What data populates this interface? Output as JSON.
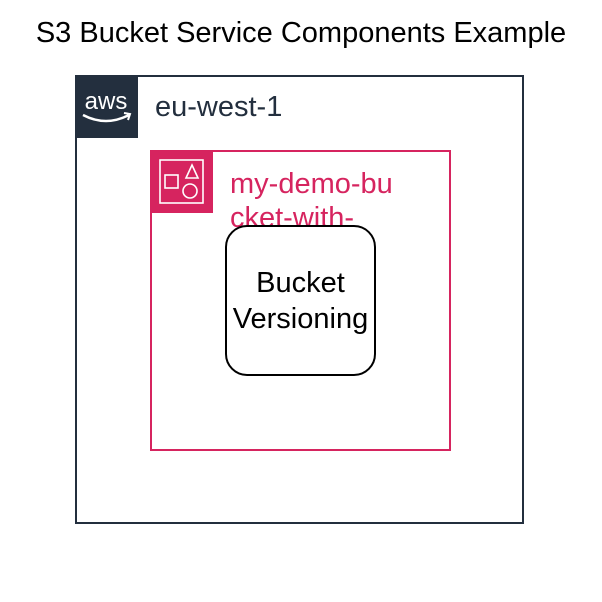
{
  "title": "S3 Bucket Service Components Example",
  "region": {
    "label": "eu-west-1",
    "icon": "aws-logo-icon",
    "color": "#232f3e"
  },
  "bucket": {
    "label": "my-demo-bucket-with-",
    "icon": "s3-bucket-icon",
    "color": "#d6245f"
  },
  "component": {
    "line1": "Bucket",
    "line2": "Versioning"
  }
}
